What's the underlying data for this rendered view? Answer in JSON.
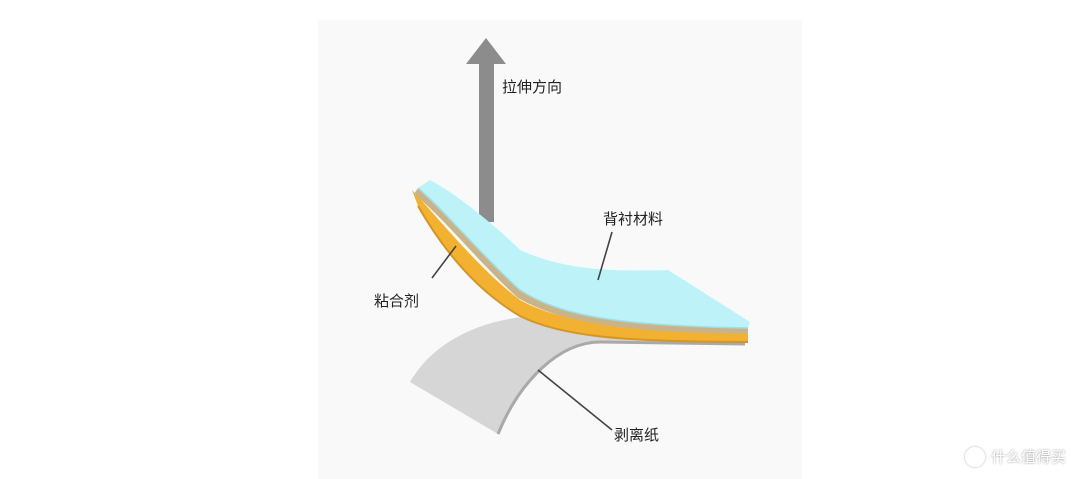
{
  "diagram": {
    "labels": {
      "pull_direction": "拉伸方向",
      "backing_material": "背衬材料",
      "adhesive": "粘合剂",
      "release_paper": "剥离纸"
    },
    "colors": {
      "panel_background": "#f9f9f9",
      "arrow": "#8c8c8c",
      "backing_top": "#bdf2f8",
      "backing_edge": "#9adfea",
      "adhesive": "#f3b132",
      "adhesive_edge": "#d9951c",
      "release_paper": "#d6d6d6",
      "release_paper_edge": "#a9a9a9",
      "leader_line": "#444444"
    }
  },
  "watermark": {
    "text": "什么值得买",
    "icon": "smzdm-logo-icon"
  }
}
